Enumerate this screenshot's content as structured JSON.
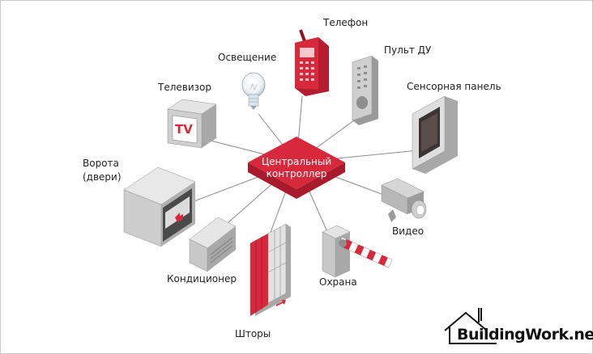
{
  "center": {
    "line1": "Центральный",
    "line2": "контроллер"
  },
  "labels": {
    "phone": "Телефон",
    "remote": "Пульт ДУ",
    "lighting": "Освещение",
    "tv": "Телевизор",
    "touch_panel": "Сенсорная панель",
    "gate_line1": "Ворота",
    "gate_line2": "(двери)",
    "video": "Видео",
    "aircon": "Кондиционер",
    "security": "Охрана",
    "curtains": "Шторы",
    "tv_screen": "TV"
  },
  "logo": {
    "text": "BuildingWork.net"
  },
  "colors": {
    "accent": "#d8283c",
    "device_gray": "#bcbcbc",
    "line": "#8a8a8a"
  }
}
